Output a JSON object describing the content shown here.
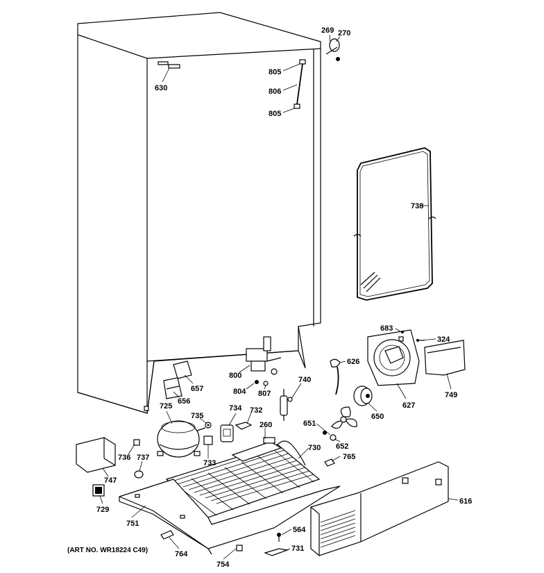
{
  "caption": "(ART NO. WR18224 C49)",
  "labels": {
    "l269": "269",
    "l270": "270",
    "l630": "630",
    "l805a": "805",
    "l806": "806",
    "l805b": "805",
    "l738": "738",
    "l683": "683",
    "l324": "324",
    "l626": "626",
    "l740": "740",
    "l800": "800",
    "l804": "804",
    "l807": "807",
    "l657": "657",
    "l656": "656",
    "l725": "725",
    "l734": "734",
    "l732": "732",
    "l735": "735",
    "l260": "260",
    "l730": "730",
    "l627": "627",
    "l749": "749",
    "l650": "650",
    "l651": "651",
    "l652": "652",
    "l765": "765",
    "l736": "736",
    "l737": "737",
    "l733": "733",
    "l747": "747",
    "l729": "729",
    "l751": "751",
    "l616": "616",
    "l564": "564",
    "l764": "764",
    "l731": "731",
    "l754": "754"
  }
}
